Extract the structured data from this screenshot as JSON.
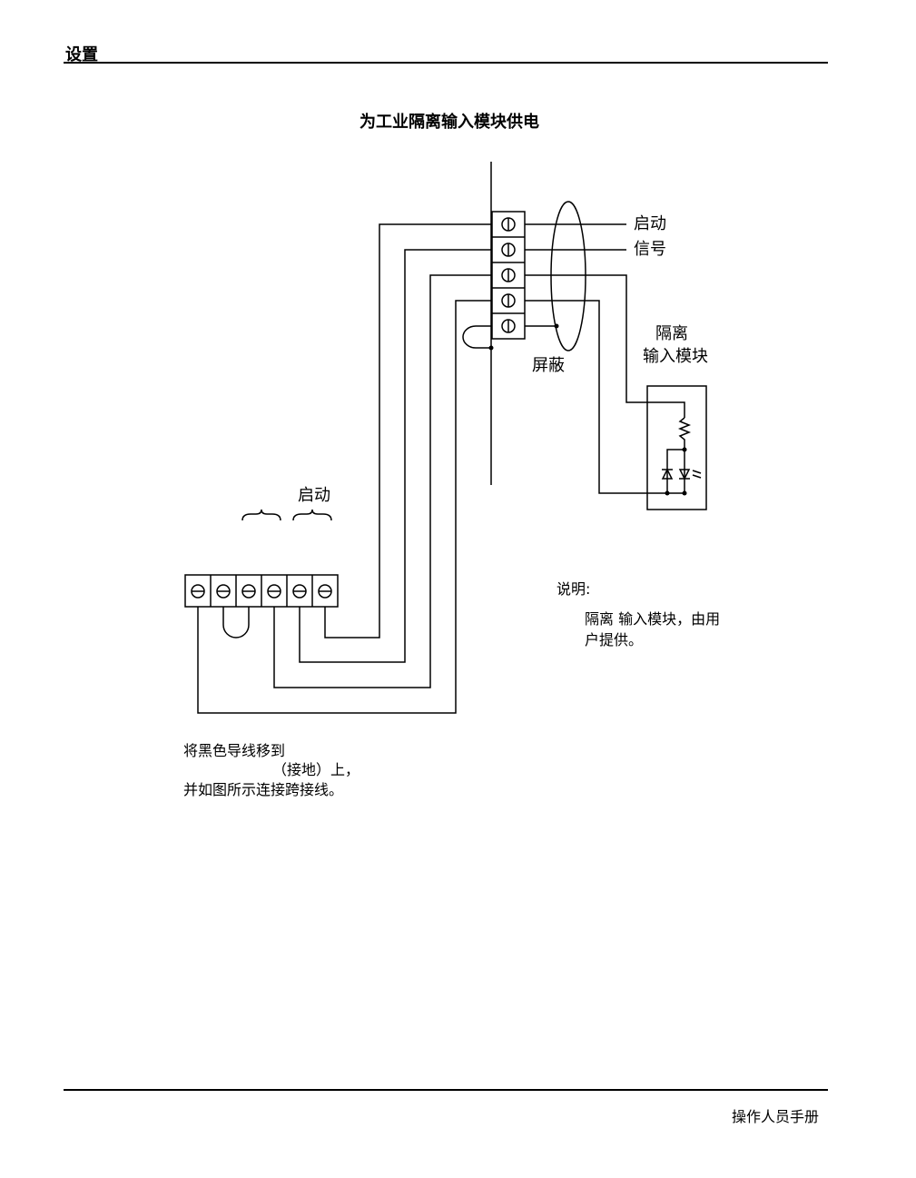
{
  "header": {
    "section": "设置"
  },
  "title": "为工业隔离输入模块供电",
  "footer": {
    "manual": "操作人员手册"
  },
  "diagram": {
    "labels": {
      "start": "启动",
      "signal": "信号",
      "module_line1": "隔离",
      "module_line2": "输入模块",
      "shield": "屏蔽",
      "start_bottom": "启动"
    },
    "note": {
      "heading": "说明:",
      "line1": "隔离 输入模块，由用",
      "line2": "户提供。"
    },
    "instruction": {
      "line1": "将黑色导线移到",
      "line2": "（接地）上，",
      "line3": "并如图所示连接跨接线。"
    }
  }
}
